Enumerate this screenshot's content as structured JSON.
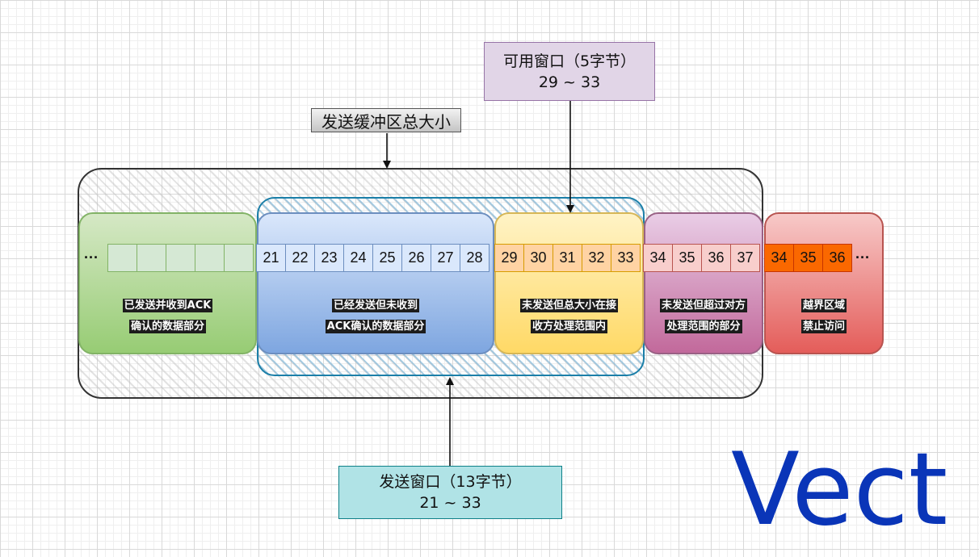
{
  "buffer_size_label": "发送缓冲区总大小",
  "usable_window": {
    "title": "可用窗口（5字节）",
    "range": "29 ~ 33"
  },
  "send_window": {
    "title": "发送窗口（13字节）",
    "range": "21 ~ 33"
  },
  "zones": {
    "sent_acked": {
      "line1": "已发送并收到ACK",
      "line2": "确认的数据部分"
    },
    "sent_unacked": {
      "line1": "已经发送但未收到",
      "line2": "ACK确认的数据部分"
    },
    "usable": {
      "line1": "未发送但总大小在接",
      "line2": "收方处理范围内"
    },
    "exceeds": {
      "line1": "未发送但超过对方",
      "line2": "处理范围的部分"
    },
    "out_of_bounds": {
      "line1": "越界区域",
      "line2": "禁止访问"
    }
  },
  "sequence": {
    "leading_ellipsis": "···",
    "trailing_ellipsis": "···",
    "acked_cells": [
      "",
      "",
      "",
      "",
      ""
    ],
    "unacked_cells": [
      "21",
      "22",
      "23",
      "24",
      "25",
      "26",
      "27",
      "28"
    ],
    "usable_cells": [
      "29",
      "30",
      "31",
      "32",
      "33"
    ],
    "exceeds_cells": [
      "34",
      "35",
      "36",
      "37"
    ],
    "out_of_bounds_cells": [
      "34",
      "35",
      "36"
    ]
  },
  "watermark": "Vect",
  "colors": {
    "sent_acked": "#97cc74",
    "sent_unacked": "#7ea6e0",
    "usable": "#ffd966",
    "exceeds": "#c2699b",
    "out_of_bounds": "#e45d5a",
    "watermark": "#0a35b8"
  }
}
